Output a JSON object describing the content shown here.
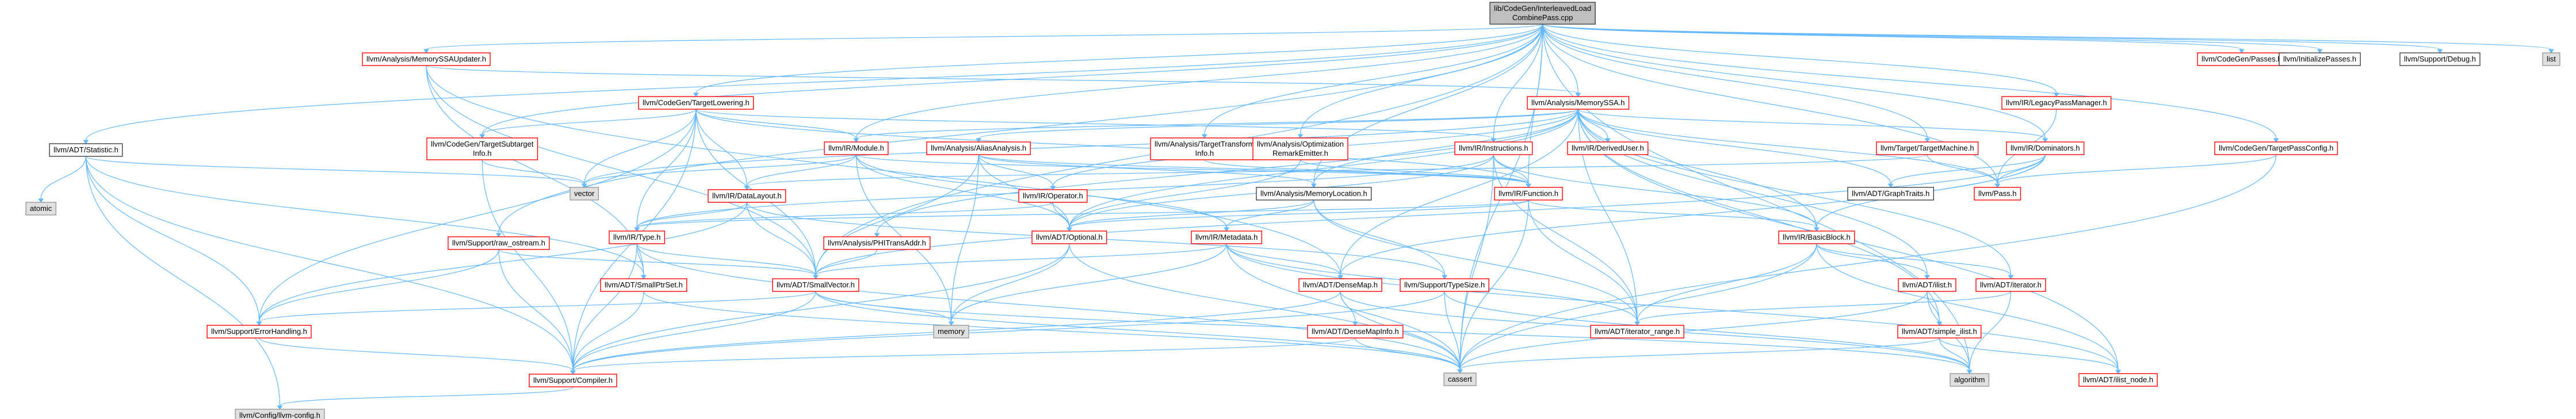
{
  "colors": {
    "root_fill": "#bfbfbf",
    "root_stroke": "#404040",
    "internal_fill": "#ffffff",
    "internal_stroke": "#ff0000",
    "system_fill": "#e0e0e0",
    "system_stroke": "#999999",
    "edge": "#63b8ff"
  },
  "root": "N0",
  "nodes": [
    {
      "id": "N0",
      "lines": [
        "lib/CodeGen/InterleavedLoad",
        "CombinePass.cpp"
      ],
      "kind": "root"
    },
    {
      "id": "N1",
      "lines": [
        "llvm/ADT/Statistic.h"
      ],
      "kind": "normal"
    },
    {
      "id": "N2",
      "lines": [
        "llvm/Analysis/MemorySSAUpdater.h"
      ],
      "kind": "internal"
    },
    {
      "id": "N3",
      "lines": [
        "llvm/CodeGen/TargetLowering.h"
      ],
      "kind": "internal"
    },
    {
      "id": "N4",
      "lines": [
        "llvm/Analysis/MemorySSA.h"
      ],
      "kind": "internal"
    },
    {
      "id": "N5",
      "lines": [
        "llvm/IR/LegacyPassManager.h"
      ],
      "kind": "internal"
    },
    {
      "id": "N6",
      "lines": [
        "llvm/CodeGen/Passes.h"
      ],
      "kind": "internal"
    },
    {
      "id": "N7",
      "lines": [
        "llvm/InitializePasses.h"
      ],
      "kind": "normal"
    },
    {
      "id": "N8",
      "lines": [
        "llvm/Support/Debug.h"
      ],
      "kind": "normal"
    },
    {
      "id": "N9",
      "lines": [
        "list"
      ],
      "kind": "system"
    },
    {
      "id": "N10",
      "lines": [
        "llvm/CodeGen/TargetSubtarget",
        "Info.h"
      ],
      "kind": "internal"
    },
    {
      "id": "N11",
      "lines": [
        "llvm/IR/Module.h"
      ],
      "kind": "internal"
    },
    {
      "id": "N12",
      "lines": [
        "llvm/Analysis/AliasAnalysis.h"
      ],
      "kind": "internal"
    },
    {
      "id": "N13",
      "lines": [
        "llvm/Analysis/TargetTransform",
        "Info.h"
      ],
      "kind": "internal"
    },
    {
      "id": "N14",
      "lines": [
        "llvm/Analysis/Optimization",
        "RemarkEmitter.h"
      ],
      "kind": "internal"
    },
    {
      "id": "N15",
      "lines": [
        "llvm/IR/Instructions.h"
      ],
      "kind": "internal"
    },
    {
      "id": "N16",
      "lines": [
        "llvm/IR/DerivedUser.h"
      ],
      "kind": "internal"
    },
    {
      "id": "N17",
      "lines": [
        "llvm/Target/TargetMachine.h"
      ],
      "kind": "internal"
    },
    {
      "id": "N18",
      "lines": [
        "llvm/IR/Dominators.h"
      ],
      "kind": "internal"
    },
    {
      "id": "N19",
      "lines": [
        "llvm/CodeGen/TargetPassConfig.h"
      ],
      "kind": "internal"
    },
    {
      "id": "N20",
      "lines": [
        "atomic"
      ],
      "kind": "system"
    },
    {
      "id": "N21",
      "lines": [
        "vector"
      ],
      "kind": "system"
    },
    {
      "id": "N22",
      "lines": [
        "llvm/IR/DataLayout.h"
      ],
      "kind": "internal"
    },
    {
      "id": "N23",
      "lines": [
        "llvm/IR/Operator.h"
      ],
      "kind": "internal"
    },
    {
      "id": "N24",
      "lines": [
        "llvm/Analysis/MemoryLocation.h"
      ],
      "kind": "normal"
    },
    {
      "id": "N25",
      "lines": [
        "llvm/IR/Function.h"
      ],
      "kind": "internal"
    },
    {
      "id": "N26",
      "lines": [
        "llvm/ADT/GraphTraits.h"
      ],
      "kind": "normal"
    },
    {
      "id": "N27",
      "lines": [
        "llvm/Pass.h"
      ],
      "kind": "internal"
    },
    {
      "id": "N28",
      "lines": [
        "llvm/Support/raw_ostream.h"
      ],
      "kind": "internal"
    },
    {
      "id": "N29",
      "lines": [
        "llvm/IR/Type.h"
      ],
      "kind": "internal"
    },
    {
      "id": "N30",
      "lines": [
        "llvm/Analysis/PHITransAddr.h"
      ],
      "kind": "internal"
    },
    {
      "id": "N31",
      "lines": [
        "llvm/ADT/Optional.h"
      ],
      "kind": "internal"
    },
    {
      "id": "N32",
      "lines": [
        "llvm/IR/Metadata.h"
      ],
      "kind": "internal"
    },
    {
      "id": "N33",
      "lines": [
        "llvm/IR/BasicBlock.h"
      ],
      "kind": "internal"
    },
    {
      "id": "N34",
      "lines": [
        "llvm/ADT/SmallPtrSet.h"
      ],
      "kind": "internal"
    },
    {
      "id": "N35",
      "lines": [
        "llvm/ADT/SmallVector.h"
      ],
      "kind": "internal"
    },
    {
      "id": "N36",
      "lines": [
        "llvm/ADT/DenseMap.h"
      ],
      "kind": "internal"
    },
    {
      "id": "N37",
      "lines": [
        "llvm/Support/TypeSize.h"
      ],
      "kind": "internal"
    },
    {
      "id": "N38",
      "lines": [
        "llvm/ADT/ilist.h"
      ],
      "kind": "internal"
    },
    {
      "id": "N39",
      "lines": [
        "llvm/ADT/iterator.h"
      ],
      "kind": "internal"
    },
    {
      "id": "N40",
      "lines": [
        "llvm/Support/ErrorHandling.h"
      ],
      "kind": "internal"
    },
    {
      "id": "N41",
      "lines": [
        "memory"
      ],
      "kind": "system"
    },
    {
      "id": "N42",
      "lines": [
        "llvm/ADT/DenseMapInfo.h"
      ],
      "kind": "internal"
    },
    {
      "id": "N43",
      "lines": [
        "llvm/ADT/iterator_range.h"
      ],
      "kind": "internal"
    },
    {
      "id": "N44",
      "lines": [
        "llvm/ADT/simple_ilist.h"
      ],
      "kind": "internal"
    },
    {
      "id": "N45",
      "lines": [
        "llvm/Support/Compiler.h"
      ],
      "kind": "internal"
    },
    {
      "id": "N46",
      "lines": [
        "cassert"
      ],
      "kind": "system"
    },
    {
      "id": "N47",
      "lines": [
        "algorithm"
      ],
      "kind": "system"
    },
    {
      "id": "N48",
      "lines": [
        "llvm/ADT/ilist_node.h"
      ],
      "kind": "internal"
    },
    {
      "id": "N49",
      "lines": [
        "llvm/Config/llvm-config.h"
      ],
      "kind": "system"
    }
  ],
  "edges": [
    [
      "N0",
      "N1"
    ],
    [
      "N0",
      "N2"
    ],
    [
      "N0",
      "N3"
    ],
    [
      "N0",
      "N4"
    ],
    [
      "N0",
      "N5"
    ],
    [
      "N0",
      "N6"
    ],
    [
      "N0",
      "N7"
    ],
    [
      "N0",
      "N8"
    ],
    [
      "N0",
      "N9"
    ],
    [
      "N0",
      "N10"
    ],
    [
      "N0",
      "N11"
    ],
    [
      "N0",
      "N15"
    ],
    [
      "N0",
      "N17"
    ],
    [
      "N0",
      "N18"
    ],
    [
      "N0",
      "N19"
    ],
    [
      "N0",
      "N13"
    ],
    [
      "N0",
      "N14"
    ],
    [
      "N0",
      "N25"
    ],
    [
      "N0",
      "N35"
    ],
    [
      "N0",
      "N28"
    ],
    [
      "N0",
      "N46"
    ],
    [
      "N0",
      "N47"
    ],
    [
      "N0",
      "N27"
    ],
    [
      "N0",
      "N24"
    ],
    [
      "N1",
      "N20"
    ],
    [
      "N1",
      "N21"
    ],
    [
      "N1",
      "N49"
    ],
    [
      "N1",
      "N45"
    ],
    [
      "N1",
      "N40"
    ],
    [
      "N1",
      "N34"
    ],
    [
      "N2",
      "N4"
    ],
    [
      "N2",
      "N35"
    ],
    [
      "N2",
      "N34"
    ],
    [
      "N2",
      "N36"
    ],
    [
      "N3",
      "N10"
    ],
    [
      "N3",
      "N22"
    ],
    [
      "N3",
      "N29"
    ],
    [
      "N3",
      "N15"
    ],
    [
      "N3",
      "N35"
    ],
    [
      "N3",
      "N21"
    ],
    [
      "N3",
      "N11"
    ],
    [
      "N3",
      "N25"
    ],
    [
      "N3",
      "N40"
    ],
    [
      "N3",
      "N45"
    ],
    [
      "N4",
      "N12"
    ],
    [
      "N4",
      "N16"
    ],
    [
      "N4",
      "N24"
    ],
    [
      "N4",
      "N18"
    ],
    [
      "N4",
      "N27"
    ],
    [
      "N4",
      "N33"
    ],
    [
      "N4",
      "N36"
    ],
    [
      "N4",
      "N26"
    ],
    [
      "N4",
      "N39"
    ],
    [
      "N4",
      "N43"
    ],
    [
      "N4",
      "N38"
    ],
    [
      "N4",
      "N44"
    ],
    [
      "N4",
      "N48"
    ],
    [
      "N4",
      "N21"
    ],
    [
      "N4",
      "N30"
    ],
    [
      "N4",
      "N11"
    ],
    [
      "N4",
      "N23"
    ],
    [
      "N4",
      "N31"
    ],
    [
      "N5",
      "N27"
    ],
    [
      "N10",
      "N21"
    ],
    [
      "N10",
      "N45"
    ],
    [
      "N11",
      "N22"
    ],
    [
      "N11",
      "N25"
    ],
    [
      "N11",
      "N32"
    ],
    [
      "N11",
      "N41"
    ],
    [
      "N11",
      "N21"
    ],
    [
      "N11",
      "N31"
    ],
    [
      "N12",
      "N24"
    ],
    [
      "N12",
      "N25"
    ],
    [
      "N12",
      "N35"
    ],
    [
      "N12",
      "N41"
    ],
    [
      "N12",
      "N23"
    ],
    [
      "N12",
      "N31"
    ],
    [
      "N13",
      "N25"
    ],
    [
      "N14",
      "N25"
    ],
    [
      "N14",
      "N31"
    ],
    [
      "N15",
      "N25"
    ],
    [
      "N15",
      "N29"
    ],
    [
      "N15",
      "N31"
    ],
    [
      "N15",
      "N43"
    ],
    [
      "N15",
      "N46"
    ],
    [
      "N15",
      "N33"
    ],
    [
      "N17",
      "N27"
    ],
    [
      "N17",
      "N22"
    ],
    [
      "N18",
      "N27"
    ],
    [
      "N18",
      "N26"
    ],
    [
      "N18",
      "N33"
    ],
    [
      "N18",
      "N36"
    ],
    [
      "N18",
      "N35"
    ],
    [
      "N19",
      "N27"
    ],
    [
      "N19",
      "N46"
    ],
    [
      "N22",
      "N29"
    ],
    [
      "N22",
      "N35"
    ],
    [
      "N22",
      "N37"
    ],
    [
      "N22",
      "N40"
    ],
    [
      "N23",
      "N29"
    ],
    [
      "N23",
      "N31"
    ],
    [
      "N24",
      "N31"
    ],
    [
      "N24",
      "N32"
    ],
    [
      "N24",
      "N37"
    ],
    [
      "N24",
      "N43"
    ],
    [
      "N25",
      "N33"
    ],
    [
      "N25",
      "N29"
    ],
    [
      "N25",
      "N43"
    ],
    [
      "N25",
      "N31"
    ],
    [
      "N25",
      "N46"
    ],
    [
      "N28",
      "N35"
    ],
    [
      "N28",
      "N40"
    ],
    [
      "N28",
      "N45"
    ],
    [
      "N29",
      "N34"
    ],
    [
      "N29",
      "N35"
    ],
    [
      "N29",
      "N45"
    ],
    [
      "N29",
      "N46"
    ],
    [
      "N30",
      "N35"
    ],
    [
      "N31",
      "N41"
    ],
    [
      "N31",
      "N46"
    ],
    [
      "N31",
      "N45"
    ],
    [
      "N32",
      "N35"
    ],
    [
      "N32",
      "N36"
    ],
    [
      "N32",
      "N43"
    ],
    [
      "N32",
      "N46"
    ],
    [
      "N32",
      "N41"
    ],
    [
      "N32",
      "N48"
    ],
    [
      "N33",
      "N38"
    ],
    [
      "N33",
      "N39"
    ],
    [
      "N33",
      "N43"
    ],
    [
      "N33",
      "N46"
    ],
    [
      "N33",
      "N48"
    ],
    [
      "N34",
      "N45"
    ],
    [
      "N34",
      "N46"
    ],
    [
      "N35",
      "N40"
    ],
    [
      "N35",
      "N41"
    ],
    [
      "N35",
      "N45"
    ],
    [
      "N35",
      "N46"
    ],
    [
      "N35",
      "N47"
    ],
    [
      "N36",
      "N42"
    ],
    [
      "N36",
      "N45"
    ],
    [
      "N36",
      "N46"
    ],
    [
      "N36",
      "N47"
    ],
    [
      "N37",
      "N45"
    ],
    [
      "N37",
      "N46"
    ],
    [
      "N37",
      "N47"
    ],
    [
      "N38",
      "N44"
    ],
    [
      "N38",
      "N46"
    ],
    [
      "N38",
      "N47"
    ],
    [
      "N39",
      "N43"
    ],
    [
      "N39",
      "N47"
    ],
    [
      "N40",
      "N45"
    ],
    [
      "N42",
      "N45"
    ],
    [
      "N42",
      "N46"
    ],
    [
      "N44",
      "N48"
    ],
    [
      "N44",
      "N46"
    ],
    [
      "N44",
      "N47"
    ],
    [
      "N45",
      "N49"
    ]
  ]
}
